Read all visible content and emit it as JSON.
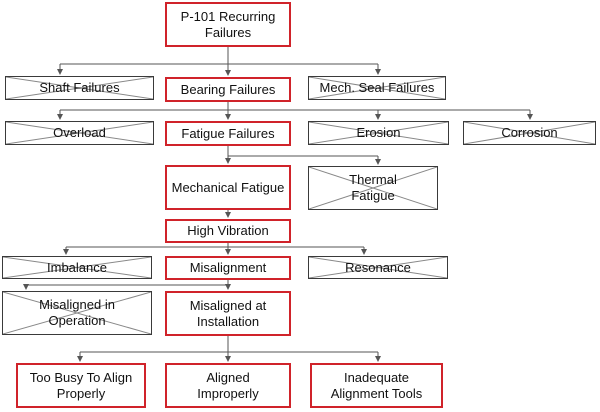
{
  "nodes": {
    "root": "P-101 Recurring Failures",
    "shaft": "Shaft Failures",
    "bearing": "Bearing Failures",
    "seal": "Mech. Seal Failures",
    "overload": "Overload",
    "fatigue": "Fatigue Failures",
    "erosion": "Erosion",
    "corrosion": "Corrosion",
    "mech_fatigue": "Mechanical Fatigue",
    "thermal_fatigue": "Thermal Fatigue",
    "high_vibration": "High Vibration",
    "imbalance": "Imbalance",
    "misalignment": "Misalignment",
    "resonance": "Resonance",
    "misaligned_op": "Misaligned in Operation",
    "misaligned_install": "Misaligned at Installation",
    "too_busy": "Too Busy To Align Properly",
    "aligned_improperly": "Aligned Improperly",
    "inadequate_tools": "Inadequate Alignment Tools"
  },
  "colors": {
    "active_border": "#d0232a",
    "ruled_out_border": "#3a3a3a",
    "connector": "#555555"
  }
}
